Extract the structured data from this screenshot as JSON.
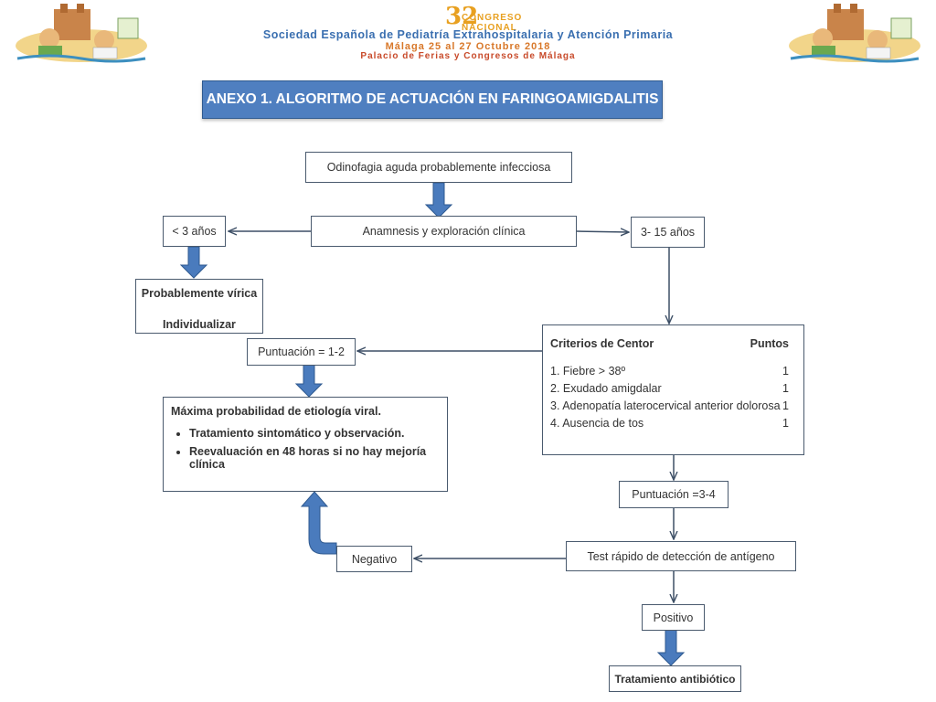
{
  "header": {
    "congreso_number": "32",
    "congreso_label": "CONGRESO NACIONAL",
    "society": "Sociedad Española de Pediatría Extrahospitalaria y Atención Primaria",
    "dates": "Málaga 25 al 27 Octubre 2018",
    "venue": "Palacio de Ferias y Congresos de Málaga"
  },
  "title": "ANEXO 1. ALGORITMO DE ACTUACIÓN EN FARINGOAMIGDALITIS",
  "flow": {
    "start": "Odinofagia aguda probablemente infecciosa",
    "anamnesis": "Anamnesis y exploración clínica",
    "under3": "< 3 años",
    "age3_15": "3- 15  años",
    "viral_title": "Probablemente vírica",
    "viral_action": "Individualizar",
    "centor": {
      "title": "Criterios de Centor",
      "points_header": "Puntos",
      "criteria": [
        {
          "label": "1.  Fiebre > 38º",
          "points": "1"
        },
        {
          "label": "2.  Exudado amigdalar",
          "points": "1"
        },
        {
          "label": "3.  Adenopatía laterocervical anterior dolorosa",
          "points": "1"
        },
        {
          "label": "4.  Ausencia de tos",
          "points": "1"
        }
      ]
    },
    "score_low": "Puntuación = 1-2",
    "score_high": "Puntuación =3-4",
    "viral_box": {
      "title": "Máxima probabilidad de etiología viral.",
      "items": [
        "Tratamiento sintomático y observación.",
        "Reevaluación en 48 horas si no hay mejoría clínica"
      ]
    },
    "rapid_test": "Test rápido de detección de antígeno",
    "negative": "Negativo",
    "positive": "Positivo",
    "antibiotic": "Tratamiento antibiótico"
  },
  "colors": {
    "accent": "#4f7fc0",
    "arrow": "#4a7bbd",
    "line": "#3d4f66"
  }
}
